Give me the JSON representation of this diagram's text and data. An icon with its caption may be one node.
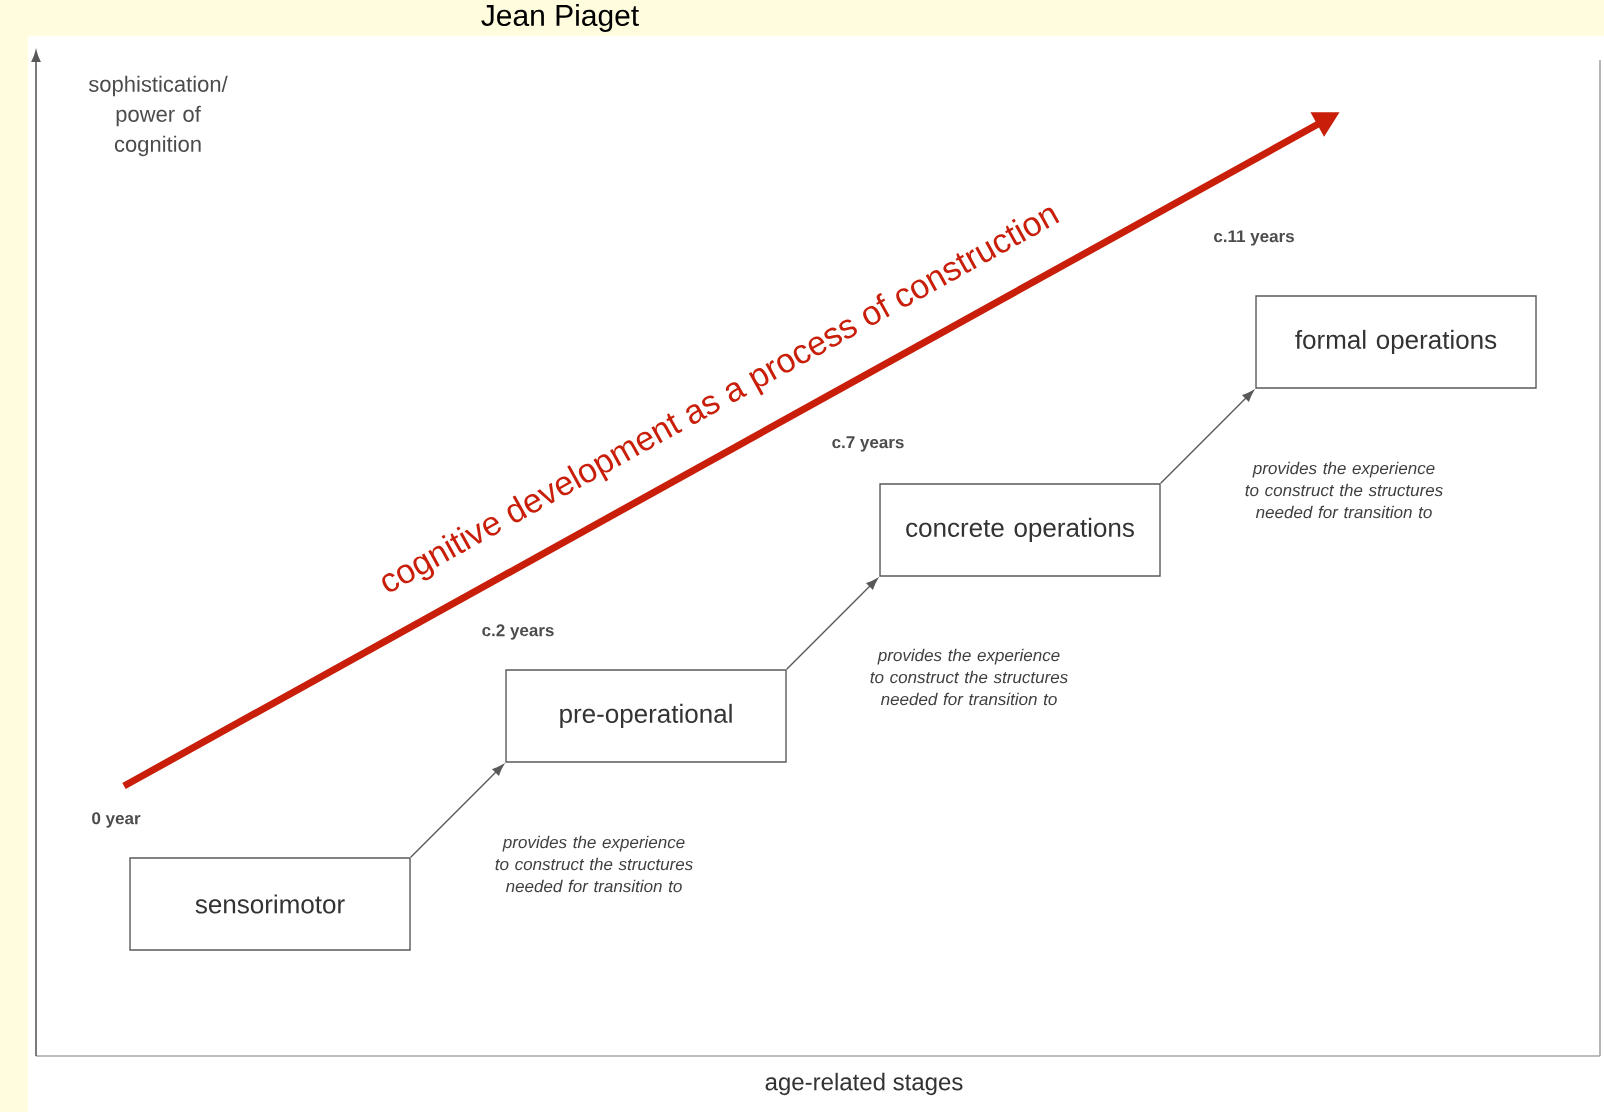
{
  "diagram": {
    "title": "Jean Piaget",
    "nodes": [
      {
        "text": [
          "sensorimotor"
        ]
      },
      {
        "text": [
          "pre-operational"
        ]
      },
      {
        "text": [
          "concrete operations"
        ]
      },
      {
        "text": [
          "formal operations"
        ]
      }
    ],
    "edges": [
      {
        "from": 0,
        "to": 1,
        "arrow": "to",
        "label": "provides the experience to construct the structures needed for transition to"
      },
      {
        "from": 1,
        "to": 2,
        "arrow": "to",
        "label": "provides the experience to construct the structures needed for transition to"
      },
      {
        "from": 2,
        "to": 3,
        "arrow": "to",
        "label": "provides the experience to construct the structures needed for transition to"
      }
    ],
    "labels": [
      "sophistication/ power of cognition",
      "cognitive development as a process of construction",
      "c.11 years",
      "c.7 years",
      "c.2 years",
      "0 year",
      "age-related stages"
    ]
  }
}
